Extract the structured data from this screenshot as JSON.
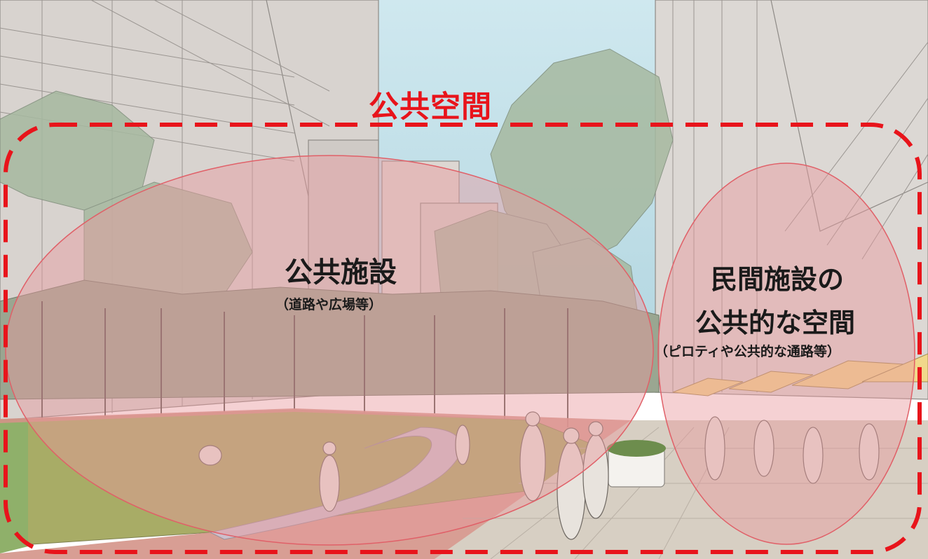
{
  "labels": {
    "public_space": "公共空間",
    "public_facility": "公共施設",
    "public_facility_note": "（道路や広場等）",
    "private_line1": "民間施設の",
    "private_line2": "公共的な空間",
    "private_note": "（ピロティや公共的な通路等）"
  },
  "colors": {
    "boundary": "#e8141b",
    "ellipse_fill": "#e99a9e",
    "ellipse_stroke": "#e06068",
    "sky": "#bfe0ea",
    "lawn": "#a9ad66",
    "paving": "#d8cdbd",
    "red_paving": "#cf8f86",
    "building": "#d9d4cf",
    "tree_canopy": "#9fb59c"
  },
  "scene": {
    "description_icon": "urban-plaza-illustration"
  }
}
